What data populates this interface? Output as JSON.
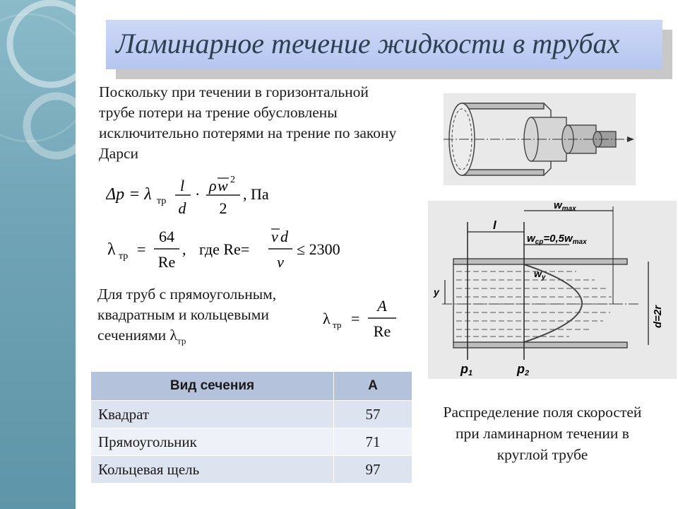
{
  "title": "Ламинарное течение жидкости в трубах",
  "intro_text": "Поскольку при течении в горизонтальной трубе потери на трение обусловлены исключительно потерями на трение по закону Дарси",
  "formula_darcy": {
    "delta_p": "Δp = λ",
    "lambda_sub": "тр",
    "l_over": "l",
    "d_under": "d",
    "rho": "ρ",
    "w2": "w",
    "sup2": "2",
    "den2": "2",
    "unit": ", Па"
  },
  "formula_lambda": {
    "lambda": "λ",
    "sub": "тр",
    "num": "64",
    "den": "Re",
    "where": "где Re=",
    "vd_v": "v",
    "vd_d": "d",
    "nu": "ν",
    "limit": "≤ 2300"
  },
  "rect_text": "Для труб с прямоугольным, квадратным и кольцевыми сечениями λ",
  "rect_sub": "тр",
  "formula_rect": {
    "lambda": "λ",
    "sub": "тр",
    "num": "A",
    "den": "Re"
  },
  "table": {
    "headers": [
      "Вид сечения",
      "A"
    ],
    "rows": [
      {
        "name": "Квадрат",
        "value": "57"
      },
      {
        "name": "Прямоугольник",
        "value": "71"
      },
      {
        "name": "Кольцевая щель",
        "value": "97"
      }
    ]
  },
  "diagram_labels": {
    "wmax": "w",
    "wmax_sub": "max",
    "wcp": "w",
    "wcp_sub": "ср",
    "wcp_rest": "=0,5w",
    "wcp_rest_sub": "max",
    "l": "l",
    "wy": "w",
    "wy_sub": "y",
    "y": "y",
    "d": "d=2r",
    "p1": "p",
    "p1_sub": "1",
    "p2": "p",
    "p2_sub": "2"
  },
  "caption": "Распределение поля скоростей при ламинарном течении в круглой трубе",
  "colors": {
    "title_bg": "#b5c6f0",
    "title_text": "#2e3f52",
    "table_header": "#b4c2dc",
    "side_panel": "#6fa3b5"
  }
}
